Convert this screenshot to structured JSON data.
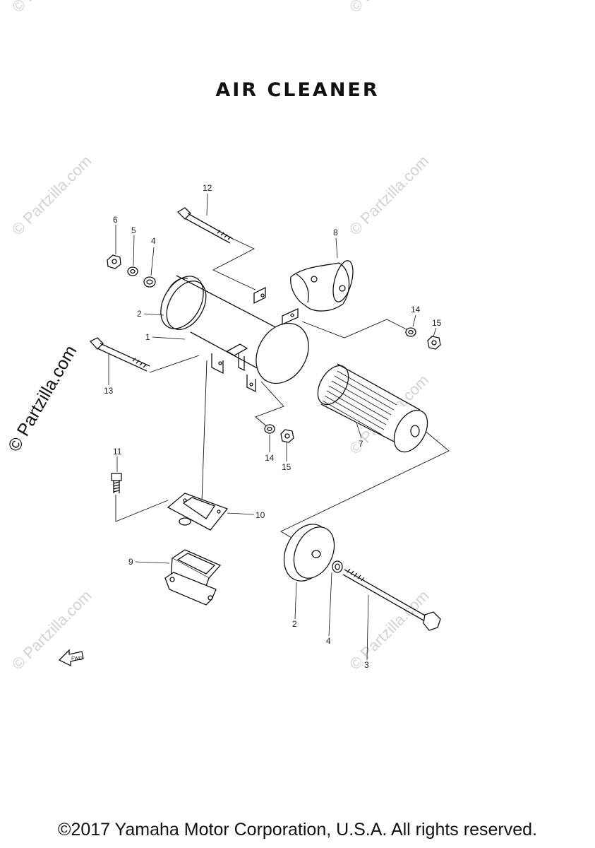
{
  "page": {
    "title": "AIR CLEANER",
    "copyright": "©2017 Yamaha Motor Corporation, U.S.A. All rights reserved.",
    "watermark": "© Partzilla.com"
  },
  "fwd_label": "FWD",
  "parts": [
    {
      "ref": "1"
    },
    {
      "ref": "2"
    },
    {
      "ref": "2"
    },
    {
      "ref": "3"
    },
    {
      "ref": "4"
    },
    {
      "ref": "4"
    },
    {
      "ref": "5"
    },
    {
      "ref": "6"
    },
    {
      "ref": "7"
    },
    {
      "ref": "8"
    },
    {
      "ref": "9"
    },
    {
      "ref": "10"
    },
    {
      "ref": "11"
    },
    {
      "ref": "12"
    },
    {
      "ref": "13"
    },
    {
      "ref": "14"
    },
    {
      "ref": "14"
    },
    {
      "ref": "15"
    },
    {
      "ref": "15"
    }
  ]
}
